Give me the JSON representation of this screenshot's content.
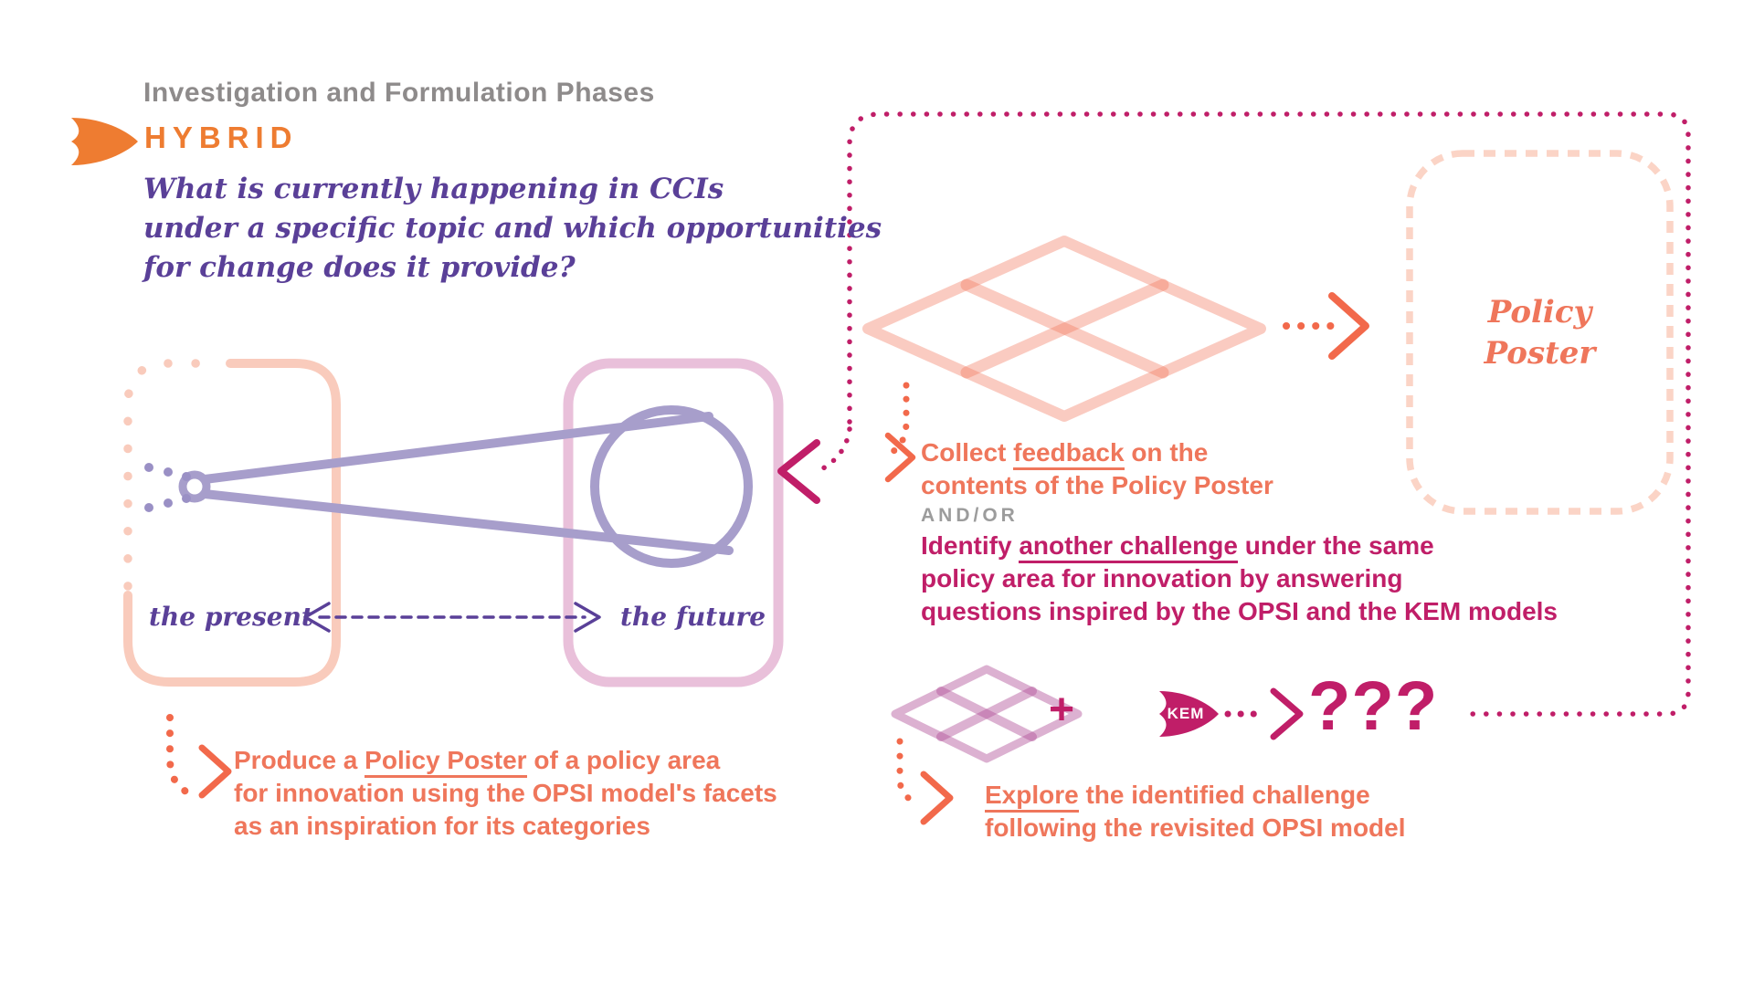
{
  "header": {
    "phase_title": "Investigation and Formulation Phases",
    "mode_label": "HYBRID"
  },
  "question": {
    "line1": "What is currently happening in CCIs",
    "line2": "under a specific  topic and which opportunities",
    "line3": "for change does it provide?"
  },
  "timeline": {
    "present_label": "the present",
    "future_label": "the future"
  },
  "produce_note": {
    "pre": "Produce a ",
    "link": "Policy Poster",
    "post": " of a policy area",
    "line2": "for  innovation using the OPSI model's facets",
    "line3": "as an inspiration for its categories"
  },
  "policy_poster_box": {
    "line1": "Policy",
    "line2": "Poster"
  },
  "collect_note": {
    "pre": "Collect ",
    "link": "feedback",
    "post": " on the",
    "line2": "contents of the Policy Poster"
  },
  "and_or_label": "AND/OR",
  "identify_note": {
    "pre": "Identify ",
    "link": "another challenge",
    "post": " under the same",
    "line2": "policy area for innovation by answering",
    "line3": "questions inspired by the OPSI and the KEM models"
  },
  "kem_group": {
    "plus_sign": "+",
    "kem_label": "KEM",
    "question_marks": "???"
  },
  "explore_note": {
    "link": "Explore",
    "post": " the identified challenge",
    "line2": "following the revisited OPSI model"
  },
  "icons": {
    "hybrid_leaf": "leaf-icon (orange, points right)",
    "kem_leaf": "leaf-icon (magenta, points right, holds KEM label)",
    "arrows": "dotted trails with open chevron heads"
  },
  "colors": {
    "heading_gray": "#8e8b8b",
    "and_or_gray": "#9c9c9c",
    "orange": "#ee7c31",
    "coral": "#ef765b",
    "arrow_orange": "#f2694b",
    "magenta": "#c01e68",
    "purple_text": "#5a4098",
    "purple_stroke": "#a79ecb",
    "salmon_stroke": "#f9cbbc",
    "salmon_diamond": "#f1775b",
    "pink_stroke": "#e9c0da",
    "pink_diamond": "#b2539a",
    "policy_box_dash": "#fbd4c6"
  }
}
